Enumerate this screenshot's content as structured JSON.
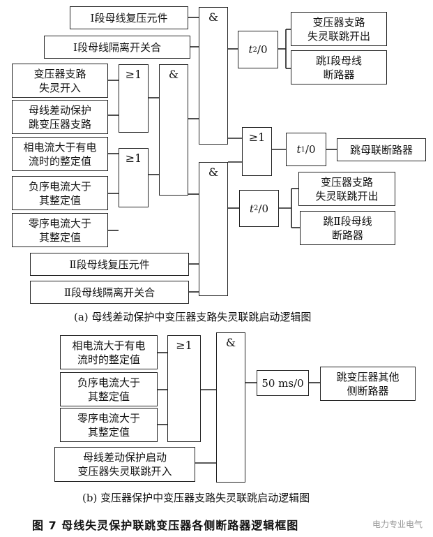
{
  "part_a": {
    "inputs": {
      "bus1_voltage": "Ⅰ段母线复压元件",
      "bus1_isolator": "Ⅰ段母线隔离开关合",
      "transformer_fail_in": "变压器支路\n失灵开入",
      "bus_diff_trip": "母线差动保护\n跳变压器支路",
      "phase_current": "相电流大于有电\n流时的整定值",
      "neg_seq": "负序电流大于\n其整定值",
      "zero_seq": "零序电流大于\n其整定值",
      "bus2_voltage": "Ⅱ段母线复压元件",
      "bus2_isolator": "Ⅱ段母线隔离开关合"
    },
    "gates": {
      "or1": "≥1",
      "or2": "≥1",
      "and_mid": "&",
      "and_top": "&",
      "and_bot": "&",
      "or_coupler": "≥1"
    },
    "delays": {
      "t2_top_var": "t",
      "t2_top_sub": "2",
      "t2_top_rest": "/0",
      "t1_var": "t",
      "t1_sub": "1",
      "t1_rest": "/0",
      "t2_bot_var": "t",
      "t2_bot_sub": "2",
      "t2_bot_rest": "/0"
    },
    "outputs": {
      "out_top_fail": "变压器支路\n失灵联跳开出",
      "out_trip_bus1": "跳Ⅰ段母线\n断路器",
      "out_trip_coupler": "跳母联断路器",
      "out_bot_fail": "变压器支路\n失灵联跳开出",
      "out_trip_bus2": "跳Ⅱ段母线\n断路器"
    },
    "caption": "(a) 母线差动保护中变压器支路失灵联跳启动逻辑图"
  },
  "part_b": {
    "inputs": {
      "phase_current": "相电流大于有电\n流时的整定值",
      "neg_seq": "负序电流大于\n其整定值",
      "zero_seq": "零序电流大于\n其整定值",
      "bus_diff_start": "母线差动保护启动\n变压器失灵联跳开入"
    },
    "gates": {
      "or": "≥1",
      "and": "&"
    },
    "delay": "50 ms/0",
    "output": "跳变压器其他\n侧断路器",
    "caption": "(b) 变压器保护中变压器支路失灵联跳启动逻辑图"
  },
  "figure_title": "图 7   母线失灵保护联跳变压器各侧断路器逻辑框图",
  "watermark": "电力专业电气"
}
